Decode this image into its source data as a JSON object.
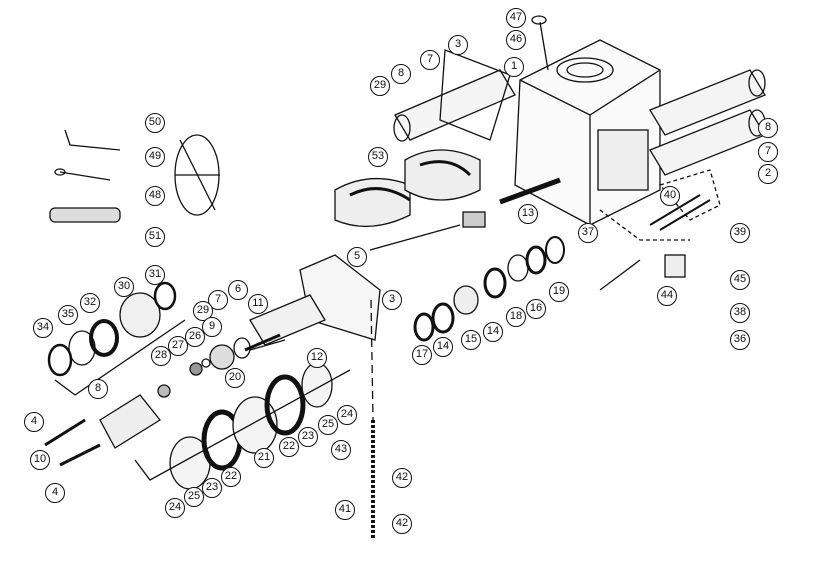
{
  "title": "Exploded parts diagram",
  "callouts": [
    "47",
    "46",
    "3",
    "7",
    "1",
    "8",
    "29",
    "8",
    "7",
    "2",
    "53",
    "50",
    "49",
    "48",
    "51",
    "40",
    "39",
    "13",
    "37",
    "45",
    "44",
    "38",
    "36",
    "5",
    "6",
    "11",
    "3",
    "31",
    "30",
    "32",
    "35",
    "34",
    "7",
    "29",
    "9",
    "12",
    "26",
    "27",
    "28",
    "20",
    "8",
    "19",
    "16",
    "18",
    "14",
    "15",
    "14",
    "17",
    "24",
    "25",
    "23",
    "22",
    "21",
    "43",
    "42",
    "4",
    "10",
    "4",
    "23",
    "22",
    "25",
    "24",
    "41",
    "42"
  ],
  "colors": {
    "ink": "#111111",
    "paper": "#ffffff"
  }
}
